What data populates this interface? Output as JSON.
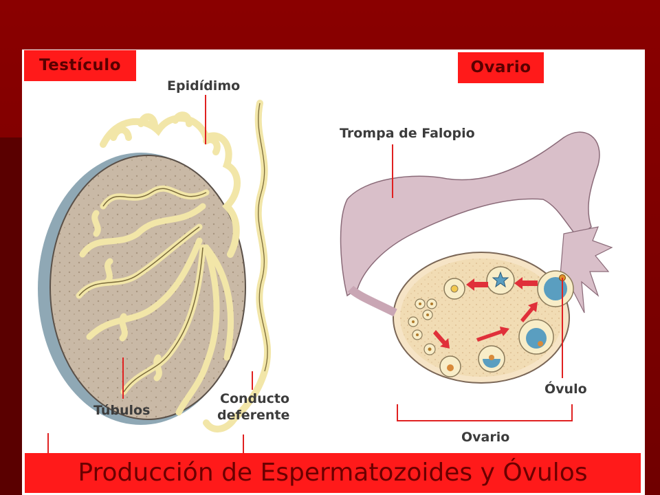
{
  "tags": {
    "left": "Testículo",
    "right": "Ovario"
  },
  "labels": {
    "epididimo": "Epidídimo",
    "trompa": "Trompa de Falopio",
    "tubulos": "Túbulos",
    "conducto_1": "Conducto",
    "conducto_2": "deferente",
    "ovulo": "Óvulo",
    "ovario": "Ovario"
  },
  "banner": "Producción de Espermatozoides y Óvulos",
  "colors": {
    "background": "#7a0000",
    "tag": "#ff1a1a",
    "tubule": "#f2e6a8",
    "tube": "#d9bfc9",
    "arrow": "#e0303a"
  }
}
